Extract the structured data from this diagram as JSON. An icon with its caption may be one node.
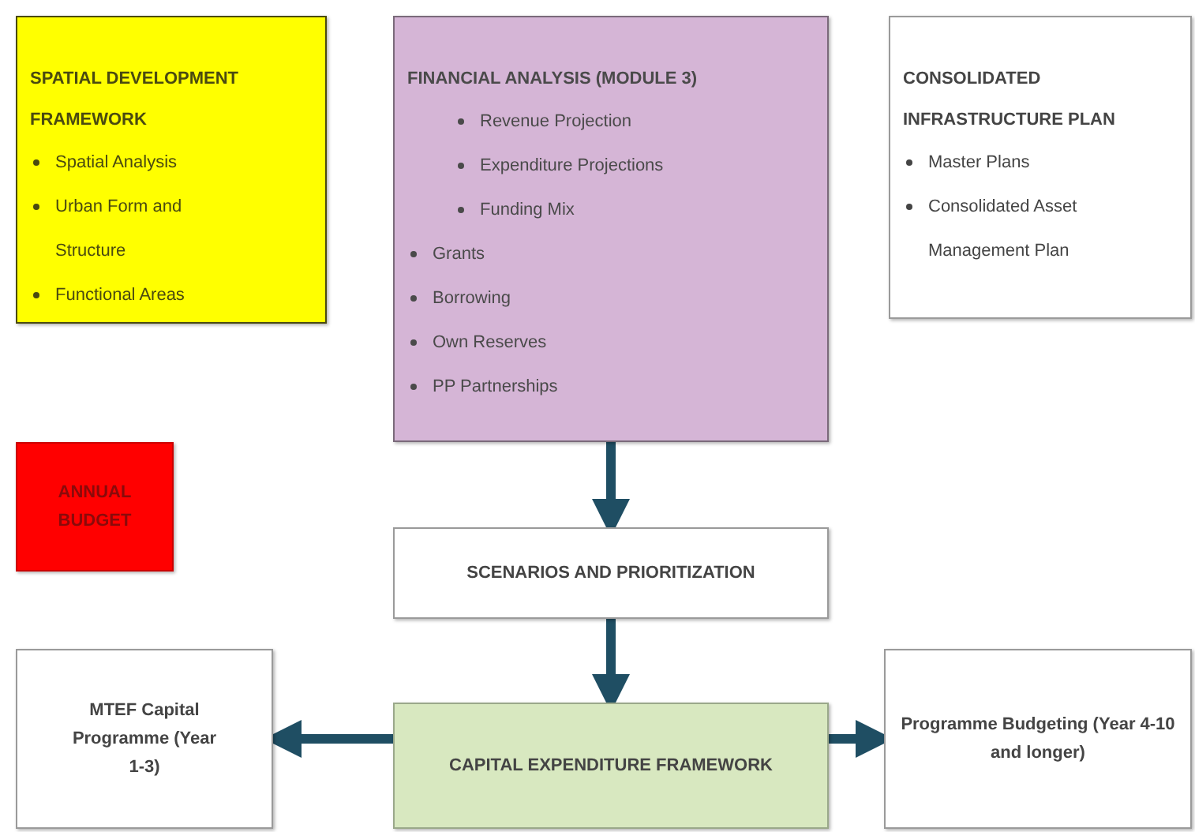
{
  "diagram": {
    "nodes": [
      {
        "text": [
          "SPATIAL DEVELOPMENT FRAMEWORK",
          "Spatial Analysis",
          "Urban Form and Structure",
          "Functional Areas"
        ]
      },
      {
        "text": [
          "FINANCIAL ANALYSIS (MODULE 3)",
          "Revenue Projection",
          "Expenditure Projections",
          "Funding Mix",
          "Grants",
          "Borrowing",
          "Own Reserves",
          "PP Partnerships"
        ]
      },
      {
        "text": [
          "CONSOLIDATED INFRASTRUCTURE PLAN",
          "Master Plans",
          "Consolidated Asset Management Plan"
        ]
      },
      {
        "text": [
          "ANNUAL BUDGET"
        ]
      },
      {
        "text": [
          "SCENARIOS AND PRIORITIZATION"
        ]
      },
      {
        "text": [
          "CAPITAL EXPENDITURE FRAMEWORK"
        ]
      },
      {
        "text": [
          "MTEF Capital Programme (Year 1-3)"
        ]
      },
      {
        "text": [
          "Programme Budgeting (Year 4-10 and longer)"
        ]
      }
    ],
    "edges": [
      {
        "from": 1,
        "to": 4,
        "arrow": "to"
      },
      {
        "from": 4,
        "to": 5,
        "arrow": "to"
      },
      {
        "from": 5,
        "to": 6,
        "arrow": "to"
      },
      {
        "from": 5,
        "to": 7,
        "arrow": "to"
      }
    ]
  }
}
